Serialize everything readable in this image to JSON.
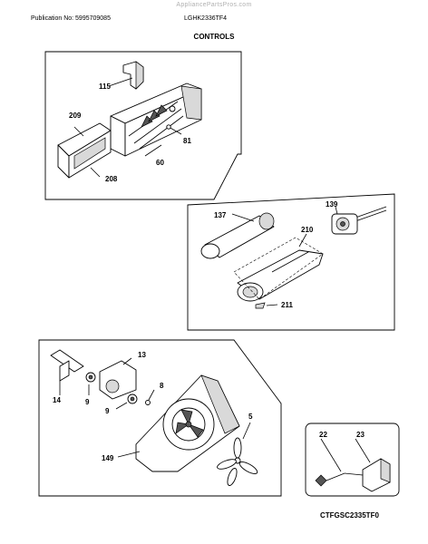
{
  "header": {
    "watermark": "AppliancePartsPros.com",
    "publication": "Publication No: 5995709085",
    "model": "LGHK2336TF4",
    "title": "CONTROLS"
  },
  "footer": {
    "code": "CTFGSC2335TF0"
  },
  "parts": {
    "p115": "115",
    "p209": "209",
    "p81": "81",
    "p60": "60",
    "p208": "208",
    "p139": "139",
    "p137": "137",
    "p210": "210",
    "p211": "211",
    "p13": "13",
    "p8": "8",
    "p14": "14",
    "p9a": "9",
    "p9b": "9",
    "p5": "5",
    "p149": "149",
    "p22": "22",
    "p23": "23"
  }
}
